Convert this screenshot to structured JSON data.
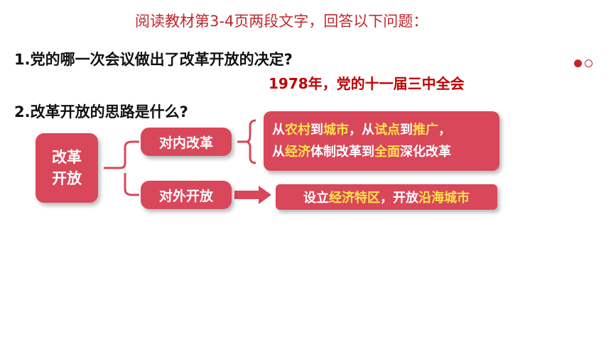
{
  "instruction": "阅读教材第3-4页两段文字，回答以下问题：",
  "question1": "1.党的哪一次会议做出了改革开放的决定?",
  "answer1": "1978年，党的十一届三中全会",
  "question2": "2.改革开放的思路是什么?",
  "center": {
    "line1": "改革",
    "line2": "开放"
  },
  "inner_reform": "对内改革",
  "opening_up": "对外开放",
  "detail_reform": {
    "line1": [
      {
        "text": "从",
        "highlight": false
      },
      {
        "text": "农村",
        "highlight": true
      },
      {
        "text": "到",
        "highlight": false
      },
      {
        "text": "城市",
        "highlight": true
      },
      {
        "text": "，从",
        "highlight": false
      },
      {
        "text": "试点",
        "highlight": true
      },
      {
        "text": "到",
        "highlight": false
      },
      {
        "text": "推广",
        "highlight": true
      },
      {
        "text": "，",
        "highlight": false
      }
    ],
    "line2": [
      {
        "text": "从",
        "highlight": false
      },
      {
        "text": "经济",
        "highlight": true
      },
      {
        "text": "体制改革到",
        "highlight": false
      },
      {
        "text": "全面",
        "highlight": true
      },
      {
        "text": "深化改革",
        "highlight": false
      }
    ]
  },
  "detail_opening": [
    {
      "text": "设立",
      "highlight": false
    },
    {
      "text": "经济特区",
      "highlight": true
    },
    {
      "text": "，开放",
      "highlight": false
    },
    {
      "text": "沿海城市",
      "highlight": true
    }
  ],
  "colors": {
    "box": "#d9475a",
    "highlight": "#ffe34a",
    "answer": "#c00000",
    "title": "#c0282e"
  }
}
